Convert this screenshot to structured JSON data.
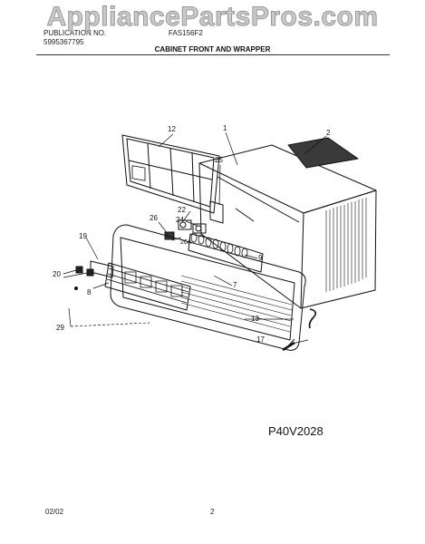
{
  "watermark": "AppliancePartsPros.com",
  "header": {
    "left_line1": "PUBLICATION NO.",
    "left_line2": "5995367795",
    "model": "FAS156F2",
    "title": "CABINET FRONT AND WRAPPER"
  },
  "diagram": {
    "callouts": [
      "12",
      "1",
      "2",
      "25",
      "26",
      "22",
      "24",
      "26A",
      "19",
      "9",
      "20",
      "8",
      "7",
      "29",
      "13",
      "17"
    ]
  },
  "drawing_code": "P40V2028",
  "footer": {
    "date": "02/02",
    "page": "2"
  }
}
